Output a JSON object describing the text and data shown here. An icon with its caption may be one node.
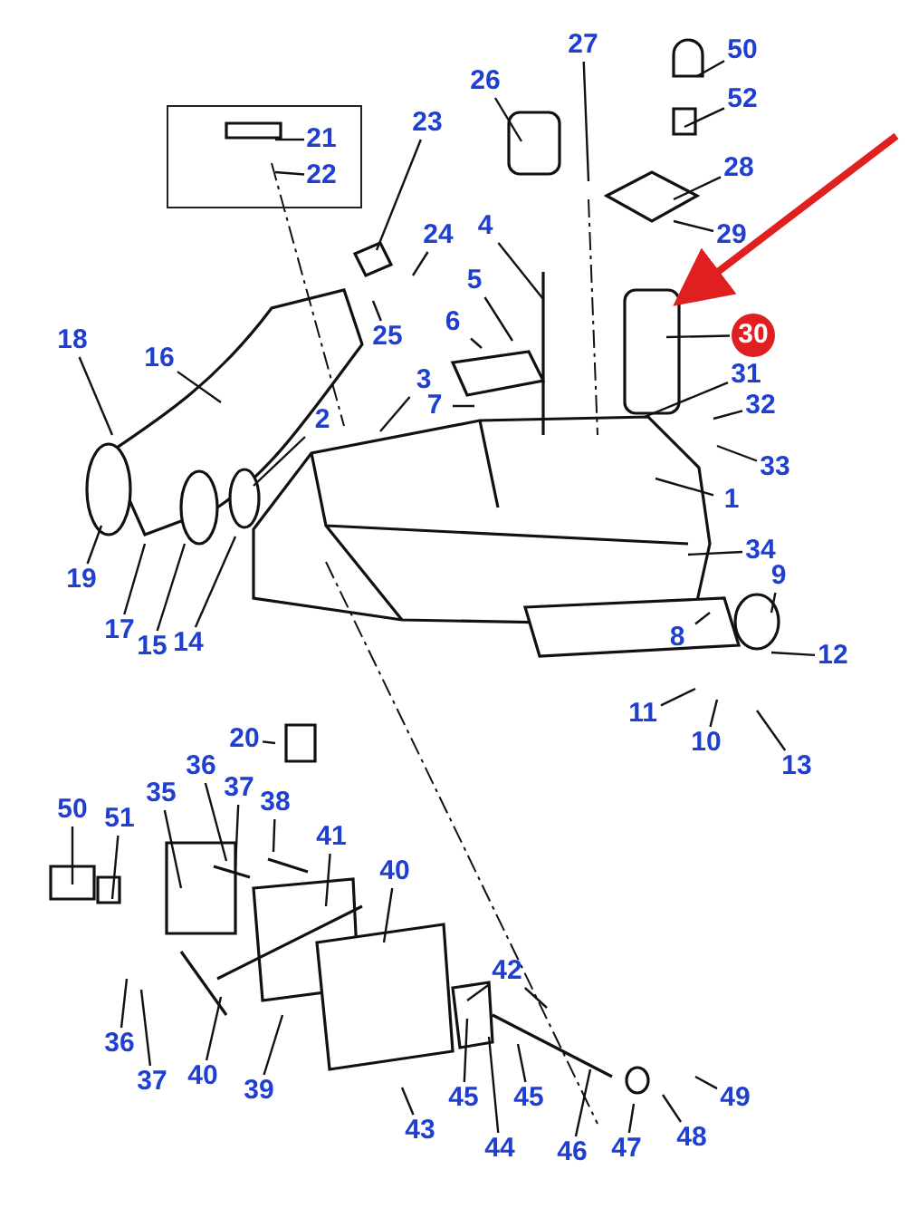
{
  "diagram": {
    "nodes": [
      {
        "text": [
          "27"
        ]
      },
      {
        "text": [
          "50"
        ]
      },
      {
        "text": [
          "26"
        ]
      },
      {
        "text": [
          "52"
        ]
      },
      {
        "text": [
          "23"
        ]
      },
      {
        "text": [],
        "shape": "box"
      },
      {
        "text": [
          "21"
        ],
        "in": 5
      },
      {
        "text": [
          "28"
        ]
      },
      {
        "text": [
          "22"
        ],
        "in": 5
      },
      {
        "text": [
          "4"
        ]
      },
      {
        "text": [
          "29"
        ]
      },
      {
        "text": [
          "24"
        ]
      },
      {
        "text": [
          "5"
        ]
      },
      {
        "text": [
          "6"
        ]
      },
      {
        "text": [
          "30"
        ]
      },
      {
        "text": [
          "18"
        ]
      },
      {
        "text": [
          "25"
        ]
      },
      {
        "text": [
          "16"
        ]
      },
      {
        "text": [
          "3"
        ]
      },
      {
        "text": [
          "31"
        ]
      },
      {
        "text": [
          "7"
        ]
      },
      {
        "text": [
          "2"
        ]
      },
      {
        "text": [
          "32"
        ]
      },
      {
        "text": [
          "33"
        ]
      },
      {
        "text": [
          "1"
        ]
      },
      {
        "text": [
          "34"
        ]
      },
      {
        "text": [
          "9"
        ]
      },
      {
        "text": [
          "19"
        ]
      },
      {
        "text": [
          "17"
        ]
      },
      {
        "text": [
          "8"
        ]
      },
      {
        "text": [
          "14"
        ]
      },
      {
        "text": [
          "15"
        ]
      },
      {
        "text": [
          "12"
        ]
      },
      {
        "text": [
          "11"
        ]
      },
      {
        "text": [
          "20"
        ]
      },
      {
        "text": [
          "10"
        ]
      },
      {
        "text": [
          "13"
        ]
      },
      {
        "text": [
          "36"
        ]
      },
      {
        "text": [
          "37"
        ]
      },
      {
        "text": [
          "35"
        ]
      },
      {
        "text": [
          "38"
        ]
      },
      {
        "text": [
          "50"
        ]
      },
      {
        "text": [
          "51"
        ]
      },
      {
        "text": [
          "41"
        ]
      },
      {
        "text": [
          "40"
        ]
      },
      {
        "text": [
          "42"
        ]
      },
      {
        "text": [
          "36"
        ]
      },
      {
        "text": [
          "40"
        ]
      },
      {
        "text": [
          "37"
        ]
      },
      {
        "text": [
          "39"
        ]
      },
      {
        "text": [
          "45"
        ]
      },
      {
        "text": [
          "45"
        ]
      },
      {
        "text": [
          "49"
        ]
      },
      {
        "text": [
          "48"
        ]
      },
      {
        "text": [
          "43"
        ]
      },
      {
        "text": [
          "47"
        ]
      },
      {
        "text": [
          "44"
        ]
      },
      {
        "text": [
          "46"
        ]
      }
    ],
    "edges": [
      {
        "from": 0,
        "to": null,
        "arrow": "none"
      },
      {
        "from": 1,
        "to": null,
        "arrow": "none"
      },
      {
        "from": 2,
        "to": null,
        "arrow": "none"
      },
      {
        "from": 3,
        "to": null,
        "arrow": "none"
      },
      {
        "from": 4,
        "to": null,
        "arrow": "none"
      },
      {
        "from": 6,
        "to": null,
        "arrow": "none"
      },
      {
        "from": 7,
        "to": null,
        "arrow": "none"
      },
      {
        "from": 8,
        "to": null,
        "arrow": "none"
      },
      {
        "from": 9,
        "to": null,
        "arrow": "none"
      },
      {
        "from": 10,
        "to": null,
        "arrow": "none"
      },
      {
        "from": 11,
        "to": null,
        "arrow": "none"
      },
      {
        "from": 12,
        "to": null,
        "arrow": "none"
      },
      {
        "from": 13,
        "to": null,
        "arrow": "none"
      },
      {
        "from": 14,
        "to": null,
        "arrow": "none"
      },
      {
        "from": 15,
        "to": null,
        "arrow": "none"
      },
      {
        "from": 16,
        "to": null,
        "arrow": "none"
      },
      {
        "from": 17,
        "to": null,
        "arrow": "none"
      },
      {
        "from": 18,
        "to": null,
        "arrow": "none"
      },
      {
        "from": 19,
        "to": null,
        "arrow": "none"
      },
      {
        "from": 20,
        "to": null,
        "arrow": "none"
      },
      {
        "from": 21,
        "to": null,
        "arrow": "none"
      },
      {
        "from": 22,
        "to": null,
        "arrow": "none"
      },
      {
        "from": 23,
        "to": null,
        "arrow": "none"
      },
      {
        "from": 24,
        "to": null,
        "arrow": "none"
      },
      {
        "from": 25,
        "to": null,
        "arrow": "none"
      },
      {
        "from": 26,
        "to": null,
        "arrow": "none"
      },
      {
        "from": 27,
        "to": null,
        "arrow": "none"
      },
      {
        "from": 28,
        "to": null,
        "arrow": "none"
      },
      {
        "from": 29,
        "to": null,
        "arrow": "none"
      },
      {
        "from": 30,
        "to": null,
        "arrow": "none"
      },
      {
        "from": 31,
        "to": null,
        "arrow": "none"
      },
      {
        "from": 32,
        "to": null,
        "arrow": "none"
      },
      {
        "from": 33,
        "to": null,
        "arrow": "none"
      },
      {
        "from": 34,
        "to": null,
        "arrow": "none"
      },
      {
        "from": 35,
        "to": null,
        "arrow": "none"
      },
      {
        "from": 36,
        "to": null,
        "arrow": "none"
      },
      {
        "from": 37,
        "to": null,
        "arrow": "none"
      },
      {
        "from": 38,
        "to": null,
        "arrow": "none"
      },
      {
        "from": 39,
        "to": null,
        "arrow": "none"
      },
      {
        "from": 40,
        "to": null,
        "arrow": "none"
      },
      {
        "from": 41,
        "to": null,
        "arrow": "none"
      },
      {
        "from": 42,
        "to": null,
        "arrow": "none"
      },
      {
        "from": 43,
        "to": null,
        "arrow": "none"
      },
      {
        "from": 44,
        "to": null,
        "arrow": "none"
      },
      {
        "from": 45,
        "to": null,
        "arrow": "none"
      },
      {
        "from": 45,
        "to": null,
        "arrow": "none"
      },
      {
        "from": 46,
        "to": null,
        "arrow": "none"
      },
      {
        "from": 47,
        "to": null,
        "arrow": "none"
      },
      {
        "from": 48,
        "to": null,
        "arrow": "none"
      },
      {
        "from": 49,
        "to": null,
        "arrow": "none"
      },
      {
        "from": 50,
        "to": null,
        "arrow": "none"
      },
      {
        "from": 51,
        "to": null,
        "arrow": "none"
      },
      {
        "from": 52,
        "to": null,
        "arrow": "none"
      },
      {
        "from": 53,
        "to": null,
        "arrow": "none"
      },
      {
        "from": 54,
        "to": null,
        "arrow": "none"
      },
      {
        "from": 55,
        "to": null,
        "arrow": "none"
      },
      {
        "from": 56,
        "to": null,
        "arrow": "none"
      },
      {
        "from": 57,
        "to": null,
        "arrow": "none"
      }
    ]
  }
}
